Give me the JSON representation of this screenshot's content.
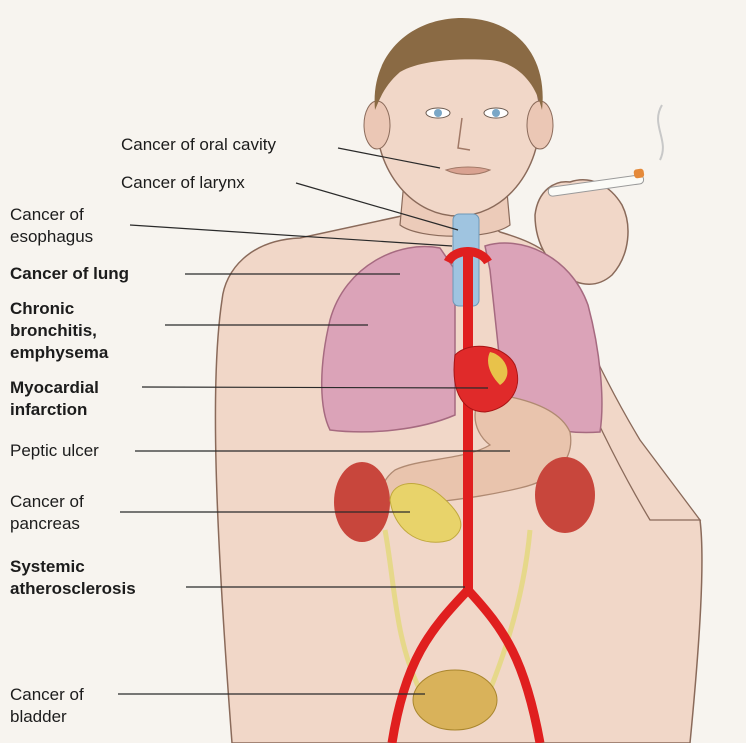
{
  "labels": {
    "oral_cavity": "Cancer of oral cavity",
    "larynx": "Cancer of larynx",
    "esophagus": [
      "Cancer of",
      "esophagus"
    ],
    "lung": "Cancer of lung",
    "bronchitis": [
      "Chronic",
      "bronchitis,",
      "emphysema"
    ],
    "myocardial": [
      "Myocardial",
      "infarction"
    ],
    "peptic": "Peptic ulcer",
    "pancreas": [
      "Cancer of",
      "pancreas"
    ],
    "atherosclerosis": [
      "Systemic",
      "atherosclerosis"
    ],
    "bladder": [
      "Cancer of",
      "bladder"
    ]
  },
  "colors": {
    "skin": "#f1d7c8",
    "skin_outline": "#8a6a5a",
    "hair": "#8a6a44",
    "lung": "#dba3b8",
    "artery": "#e01f1f",
    "kidney": "#c8463c",
    "stomach": "#e9c4ad",
    "pancreas": "#e8d36a",
    "ureter": "#e6d88a",
    "bladder": "#d9b25a",
    "trachea": "#9fc4e0",
    "leader_line": "#2a2a2a",
    "bold_text": "#1c1c1c"
  }
}
